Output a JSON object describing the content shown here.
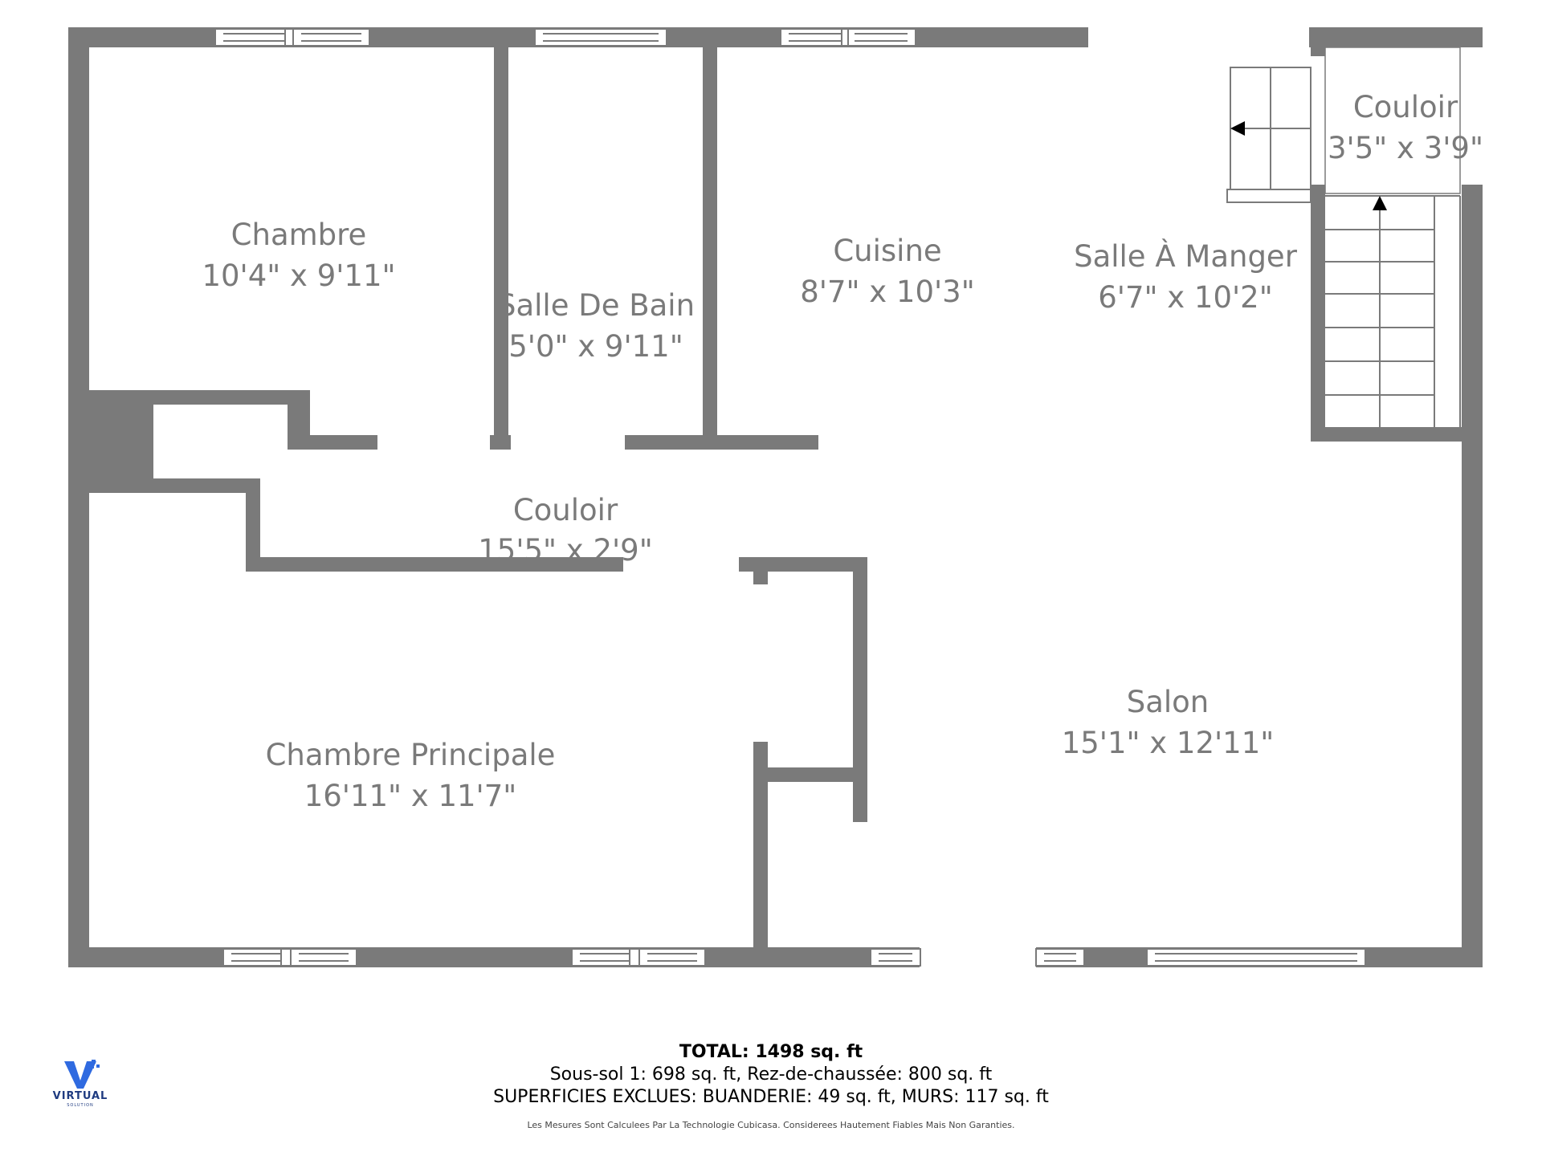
{
  "colors": {
    "wall": "#7a7a7a",
    "text": "#7a7a7a",
    "logo": "#2f6ae0"
  },
  "rooms": {
    "chambre": {
      "name": "Chambre",
      "dims": "10'4\" x 9'11\""
    },
    "salle_de_bain": {
      "name": "Salle De Bain",
      "dims": "5'0\" x 9'11\""
    },
    "cuisine": {
      "name": "Cuisine",
      "dims": "8'7\" x 10'3\""
    },
    "salle_a_manger": {
      "name": "Salle À Manger",
      "dims": "6'7\" x 10'2\""
    },
    "couloir_haut": {
      "name": "Couloir",
      "dims": "3'5\" x 3'9\""
    },
    "couloir": {
      "name": "Couloir",
      "dims": "15'5\" x 2'9\""
    },
    "chambre_principale": {
      "name": "Chambre Principale",
      "dims": "16'11\" x 11'7\""
    },
    "salon": {
      "name": "Salon",
      "dims": "15'1\" x 12'11\""
    }
  },
  "summary": {
    "total_label": "TOTAL: 1498 sq. ft",
    "levels": "Sous-sol 1: 698 sq. ft, Rez-de-chaussée: 800 sq. ft",
    "excluded": "SUPERFICIES EXCLUES: BUANDERIE: 49 sq. ft, MURS: 117 sq. ft",
    "disclaimer": "Les Mesures Sont Calculees Par La Technologie Cubicasa. Considerees Hautement Fiables Mais Non Garanties."
  },
  "logo": {
    "word": "VIRTUAL",
    "sub": "SOLUTION",
    "icon": "virtual-v-logo-icon"
  }
}
